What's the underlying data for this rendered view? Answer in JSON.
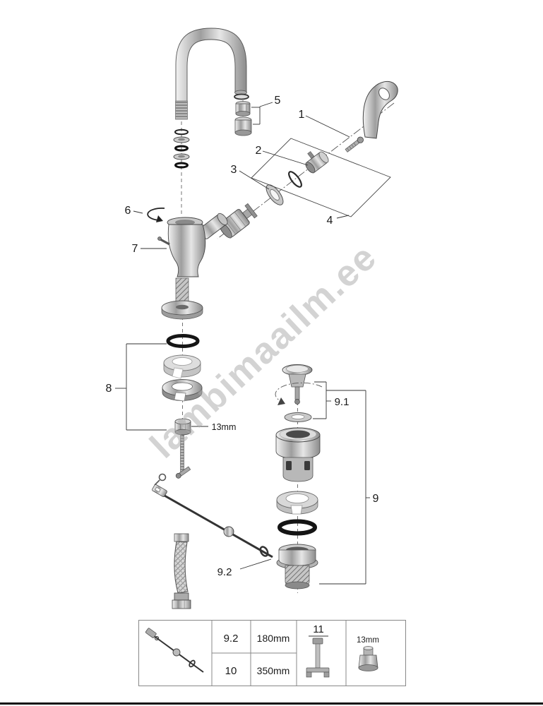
{
  "watermark": "lambimaailm.ee",
  "callouts": {
    "c1": "1",
    "c2": "2",
    "c3": "3",
    "c4": "4",
    "c5": "5",
    "c6": "6",
    "c7": "7",
    "c8": "8",
    "c9": "9",
    "c9_1": "9.1",
    "c9_2": "9.2"
  },
  "annotations": {
    "nut_size": "13mm"
  },
  "legend_table": {
    "rows": [
      {
        "ref": "9.2",
        "length": "180mm"
      },
      {
        "ref": "10",
        "length": "350mm"
      }
    ],
    "tool_ref": "11",
    "socket_size": "13mm"
  }
}
